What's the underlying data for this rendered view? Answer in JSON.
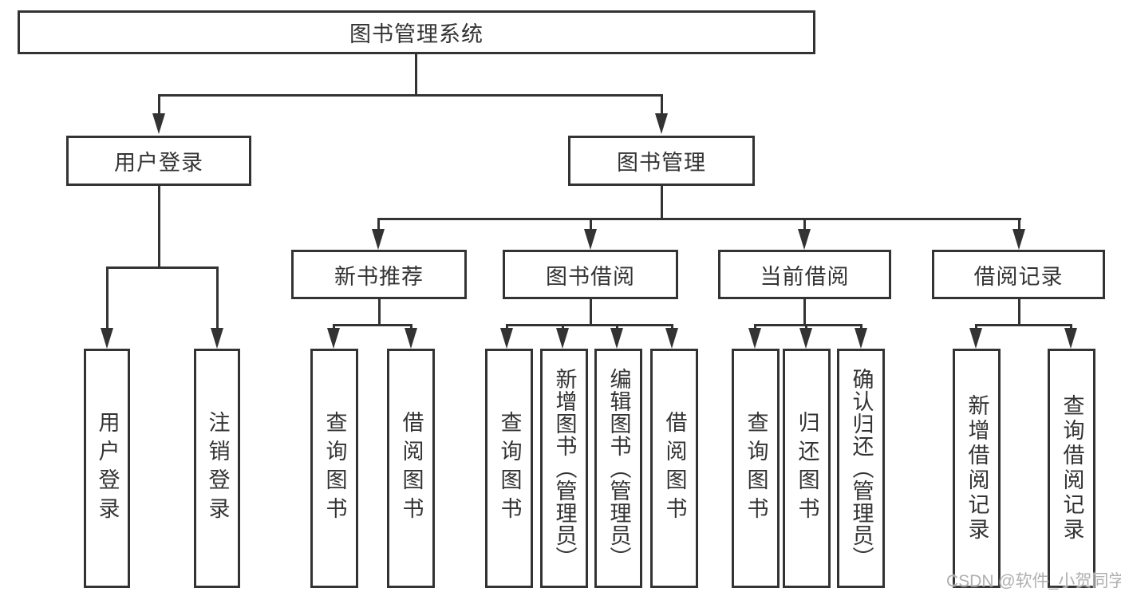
{
  "colors": {
    "background": "#ffffff",
    "line": "#333333",
    "text": "#333333",
    "watermark": "#b0b0b0"
  },
  "watermark": {
    "text": "CSDN @软件_小贺同学"
  },
  "tree": {
    "root": {
      "label": "图书管理系统"
    },
    "branches": [
      {
        "label": "用户登录",
        "children": [
          {
            "label": "用户登录"
          },
          {
            "label": "注销登录"
          }
        ]
      },
      {
        "label": "图书管理",
        "groups": [
          {
            "label": "新书推荐",
            "children": [
              {
                "label": "查询图书"
              },
              {
                "label": "借阅图书"
              }
            ]
          },
          {
            "label": "图书借阅",
            "children": [
              {
                "label": "查询图书"
              },
              {
                "label": "新增图书（管理员）"
              },
              {
                "label": "编辑图书（管理员）"
              },
              {
                "label": "借阅图书"
              }
            ]
          },
          {
            "label": "当前借阅",
            "children": [
              {
                "label": "查询图书"
              },
              {
                "label": "归还图书"
              },
              {
                "label": "确认归还（管理员）"
              }
            ]
          },
          {
            "label": "借阅记录",
            "children": [
              {
                "label": "新增借阅记录"
              },
              {
                "label": "查询借阅记录"
              }
            ]
          }
        ]
      }
    ]
  }
}
